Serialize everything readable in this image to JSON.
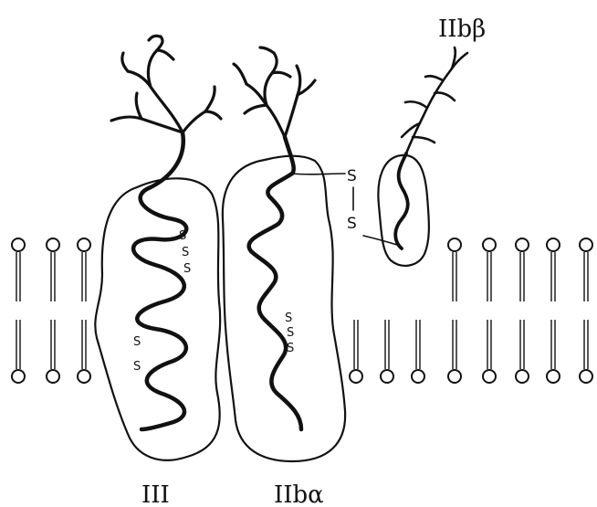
{
  "labels": {
    "gpIIIa": "III",
    "gpIIba": "IIbα",
    "gpIIbb": "IIbβ"
  },
  "disulfide": {
    "s": "S"
  },
  "colors": {
    "ink": "#111111",
    "background": "#ffffff"
  }
}
